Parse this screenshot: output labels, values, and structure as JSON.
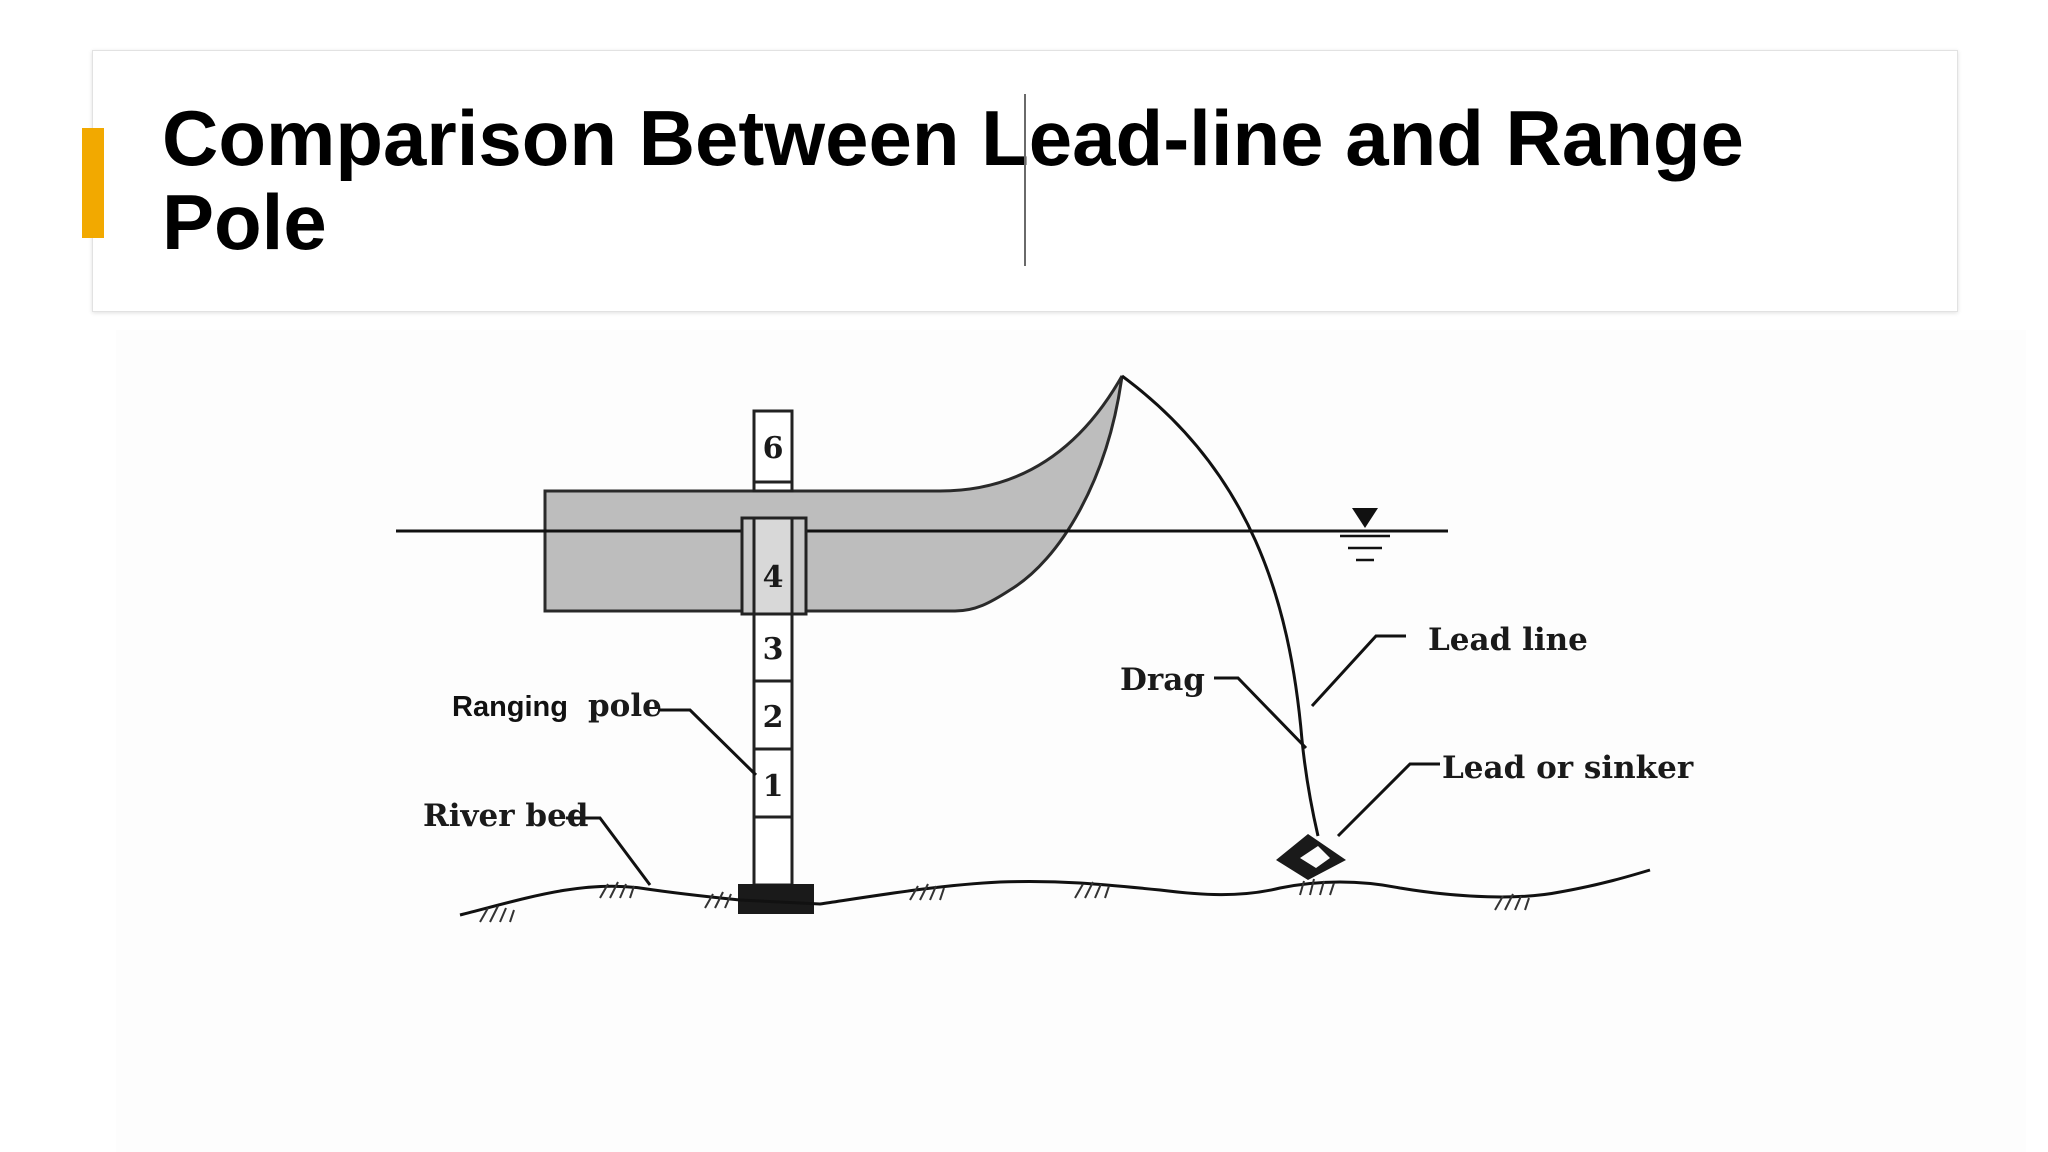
{
  "slide": {
    "title": "Comparison Between Lead-line and Range Pole",
    "accent_color": "#f2a900"
  },
  "diagram": {
    "pole_numbers": [
      "6",
      "4",
      "3",
      "2",
      "1"
    ],
    "labels": {
      "ranging": "Ranging",
      "pole": "pole",
      "river_bed": "River bed",
      "drag": "Drag",
      "lead_line": "Lead line",
      "lead_or_sinker": "Lead or sinker"
    },
    "water_level_icon": "water-level-symbol-icon"
  }
}
